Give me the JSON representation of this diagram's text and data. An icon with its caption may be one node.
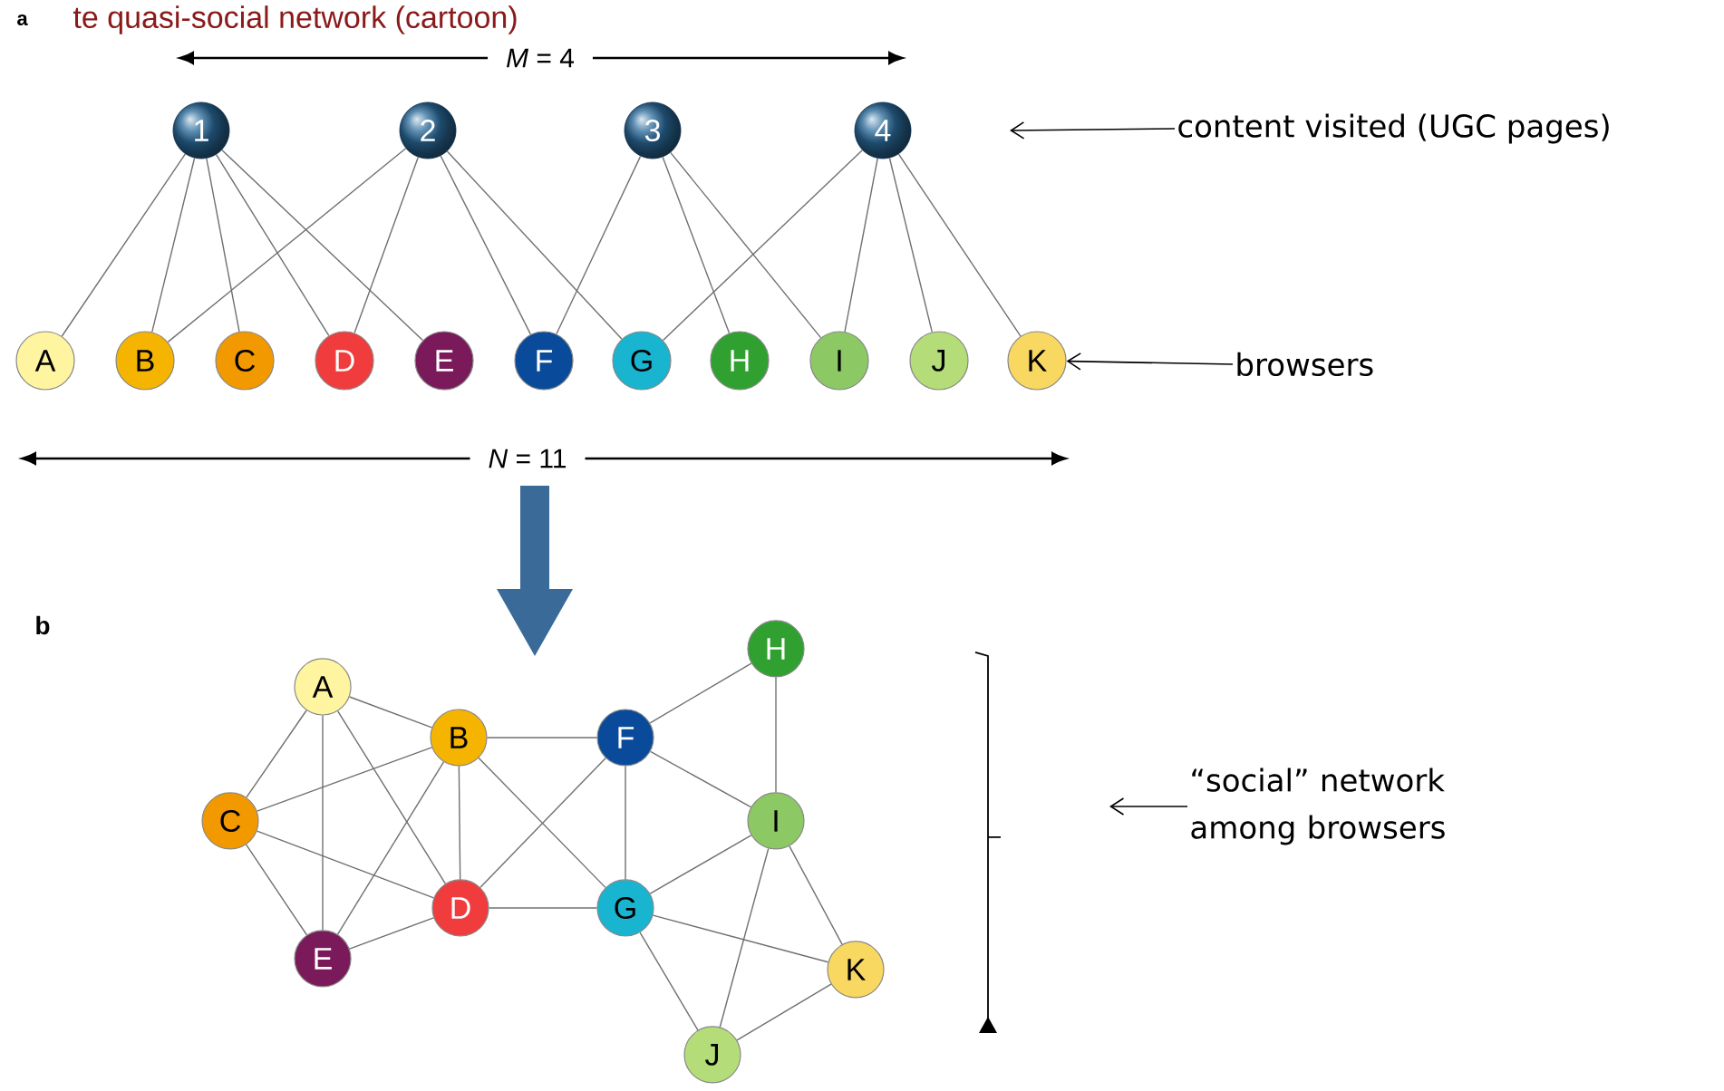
{
  "diagram": {
    "title": "te quasi-social network (cartoon)",
    "nodes": [
      {
        "text": [
          "1"
        ]
      },
      {
        "text": [
          "2"
        ]
      },
      {
        "text": [
          "3"
        ]
      },
      {
        "text": [
          "4"
        ]
      },
      {
        "text": [
          "A"
        ]
      },
      {
        "text": [
          "B"
        ]
      },
      {
        "text": [
          "C"
        ]
      },
      {
        "text": [
          "D"
        ]
      },
      {
        "text": [
          "E"
        ]
      },
      {
        "text": [
          "F"
        ]
      },
      {
        "text": [
          "G"
        ]
      },
      {
        "text": [
          "H"
        ]
      },
      {
        "text": [
          "I"
        ]
      },
      {
        "text": [
          "J"
        ]
      },
      {
        "text": [
          "K"
        ]
      },
      {
        "text": [
          "A"
        ]
      },
      {
        "text": [
          "B"
        ]
      },
      {
        "text": [
          "C"
        ]
      },
      {
        "text": [
          "D"
        ]
      },
      {
        "text": [
          "E"
        ]
      },
      {
        "text": [
          "F"
        ]
      },
      {
        "text": [
          "G"
        ]
      },
      {
        "text": [
          "H"
        ]
      },
      {
        "text": [
          "I"
        ]
      },
      {
        "text": [
          "J"
        ]
      },
      {
        "text": [
          "K"
        ]
      },
      {
        "text": [
          "content visited (UGC pages)"
        ]
      },
      {
        "text": [
          "browsers"
        ]
      },
      {
        "text": [
          "“social” network among browsers"
        ]
      }
    ],
    "edges": [
      {
        "from": 0,
        "to": 4,
        "arrow": "none"
      },
      {
        "from": 0,
        "to": 5,
        "arrow": "none"
      },
      {
        "from": 0,
        "to": 6,
        "arrow": "none"
      },
      {
        "from": 0,
        "to": 7,
        "arrow": "none"
      },
      {
        "from": 0,
        "to": 8,
        "arrow": "none"
      },
      {
        "from": 1,
        "to": 5,
        "arrow": "none"
      },
      {
        "from": 1,
        "to": 7,
        "arrow": "none"
      },
      {
        "from": 1,
        "to": 9,
        "arrow": "none"
      },
      {
        "from": 1,
        "to": 10,
        "arrow": "none"
      },
      {
        "from": 2,
        "to": 9,
        "arrow": "none"
      },
      {
        "from": 2,
        "to": 11,
        "arrow": "none"
      },
      {
        "from": 2,
        "to": 12,
        "arrow": "none"
      },
      {
        "from": 3,
        "to": 10,
        "arrow": "none"
      },
      {
        "from": 3,
        "to": 12,
        "arrow": "none"
      },
      {
        "from": 3,
        "to": 13,
        "arrow": "none"
      },
      {
        "from": 3,
        "to": 14,
        "arrow": "none"
      },
      {
        "from": 15,
        "to": 16,
        "arrow": "none"
      },
      {
        "from": 15,
        "to": 17,
        "arrow": "none"
      },
      {
        "from": 15,
        "to": 19,
        "arrow": "none"
      },
      {
        "from": 15,
        "to": 18,
        "arrow": "none"
      },
      {
        "from": 16,
        "to": 17,
        "arrow": "none"
      },
      {
        "from": 16,
        "to": 19,
        "arrow": "none"
      },
      {
        "from": 16,
        "to": 18,
        "arrow": "none"
      },
      {
        "from": 16,
        "to": 20,
        "arrow": "none"
      },
      {
        "from": 16,
        "to": 21,
        "arrow": "none"
      },
      {
        "from": 17,
        "to": 18,
        "arrow": "none"
      },
      {
        "from": 17,
        "to": 19,
        "arrow": "none"
      },
      {
        "from": 19,
        "to": 18,
        "arrow": "none"
      },
      {
        "from": 18,
        "to": 20,
        "arrow": "none"
      },
      {
        "from": 18,
        "to": 21,
        "arrow": "none"
      },
      {
        "from": 20,
        "to": 21,
        "arrow": "none"
      },
      {
        "from": 20,
        "to": 22,
        "arrow": "none"
      },
      {
        "from": 20,
        "to": 23,
        "arrow": "none"
      },
      {
        "from": 22,
        "to": 23,
        "arrow": "none"
      },
      {
        "from": 23,
        "to": 21,
        "arrow": "none"
      },
      {
        "from": 21,
        "to": 25,
        "arrow": "none"
      },
      {
        "from": 21,
        "to": 24,
        "arrow": "none"
      },
      {
        "from": 23,
        "to": 24,
        "arrow": "none"
      },
      {
        "from": 23,
        "to": 25,
        "arrow": "none"
      },
      {
        "from": 25,
        "to": 24,
        "arrow": "none"
      },
      {
        "from": 26,
        "to": null,
        "arrow": "to",
        "color": "#000000"
      },
      {
        "from": 27,
        "to": 14,
        "arrow": "to",
        "color": "#000000"
      },
      {
        "from": 28,
        "to": null,
        "arrow": "to",
        "color": "#000000"
      }
    ],
    "labels": [
      "a",
      "*M* = 4",
      "*N* = 11",
      "b"
    ]
  }
}
